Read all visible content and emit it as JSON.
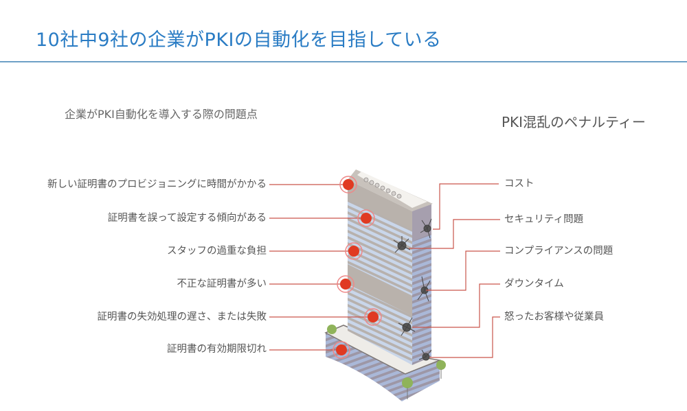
{
  "title": "10社中9社の企業がPKIの自動化を目指している",
  "left_heading": "企業がPKI自動化を導入する際の問題点",
  "right_heading": "PKI混乱のペナルティー",
  "problems": [
    "新しい証明書のプロビジョニングに時間がかかる",
    "証明書を誤って設定する傾向がある",
    "スタッフの過重な負担",
    "不正な証明書が多い",
    "証明書の失効処理の遅さ、または失敗",
    "証明書の有効期限切れ"
  ],
  "penalties": [
    "コスト",
    "セキュリティ問題",
    "コンプライアンスの問題",
    "ダウンタイム",
    "怒ったお客様や従業員"
  ],
  "colors": {
    "accent": "#2a7cc4",
    "marker": "#e03a22",
    "connector": "#c9554a"
  }
}
